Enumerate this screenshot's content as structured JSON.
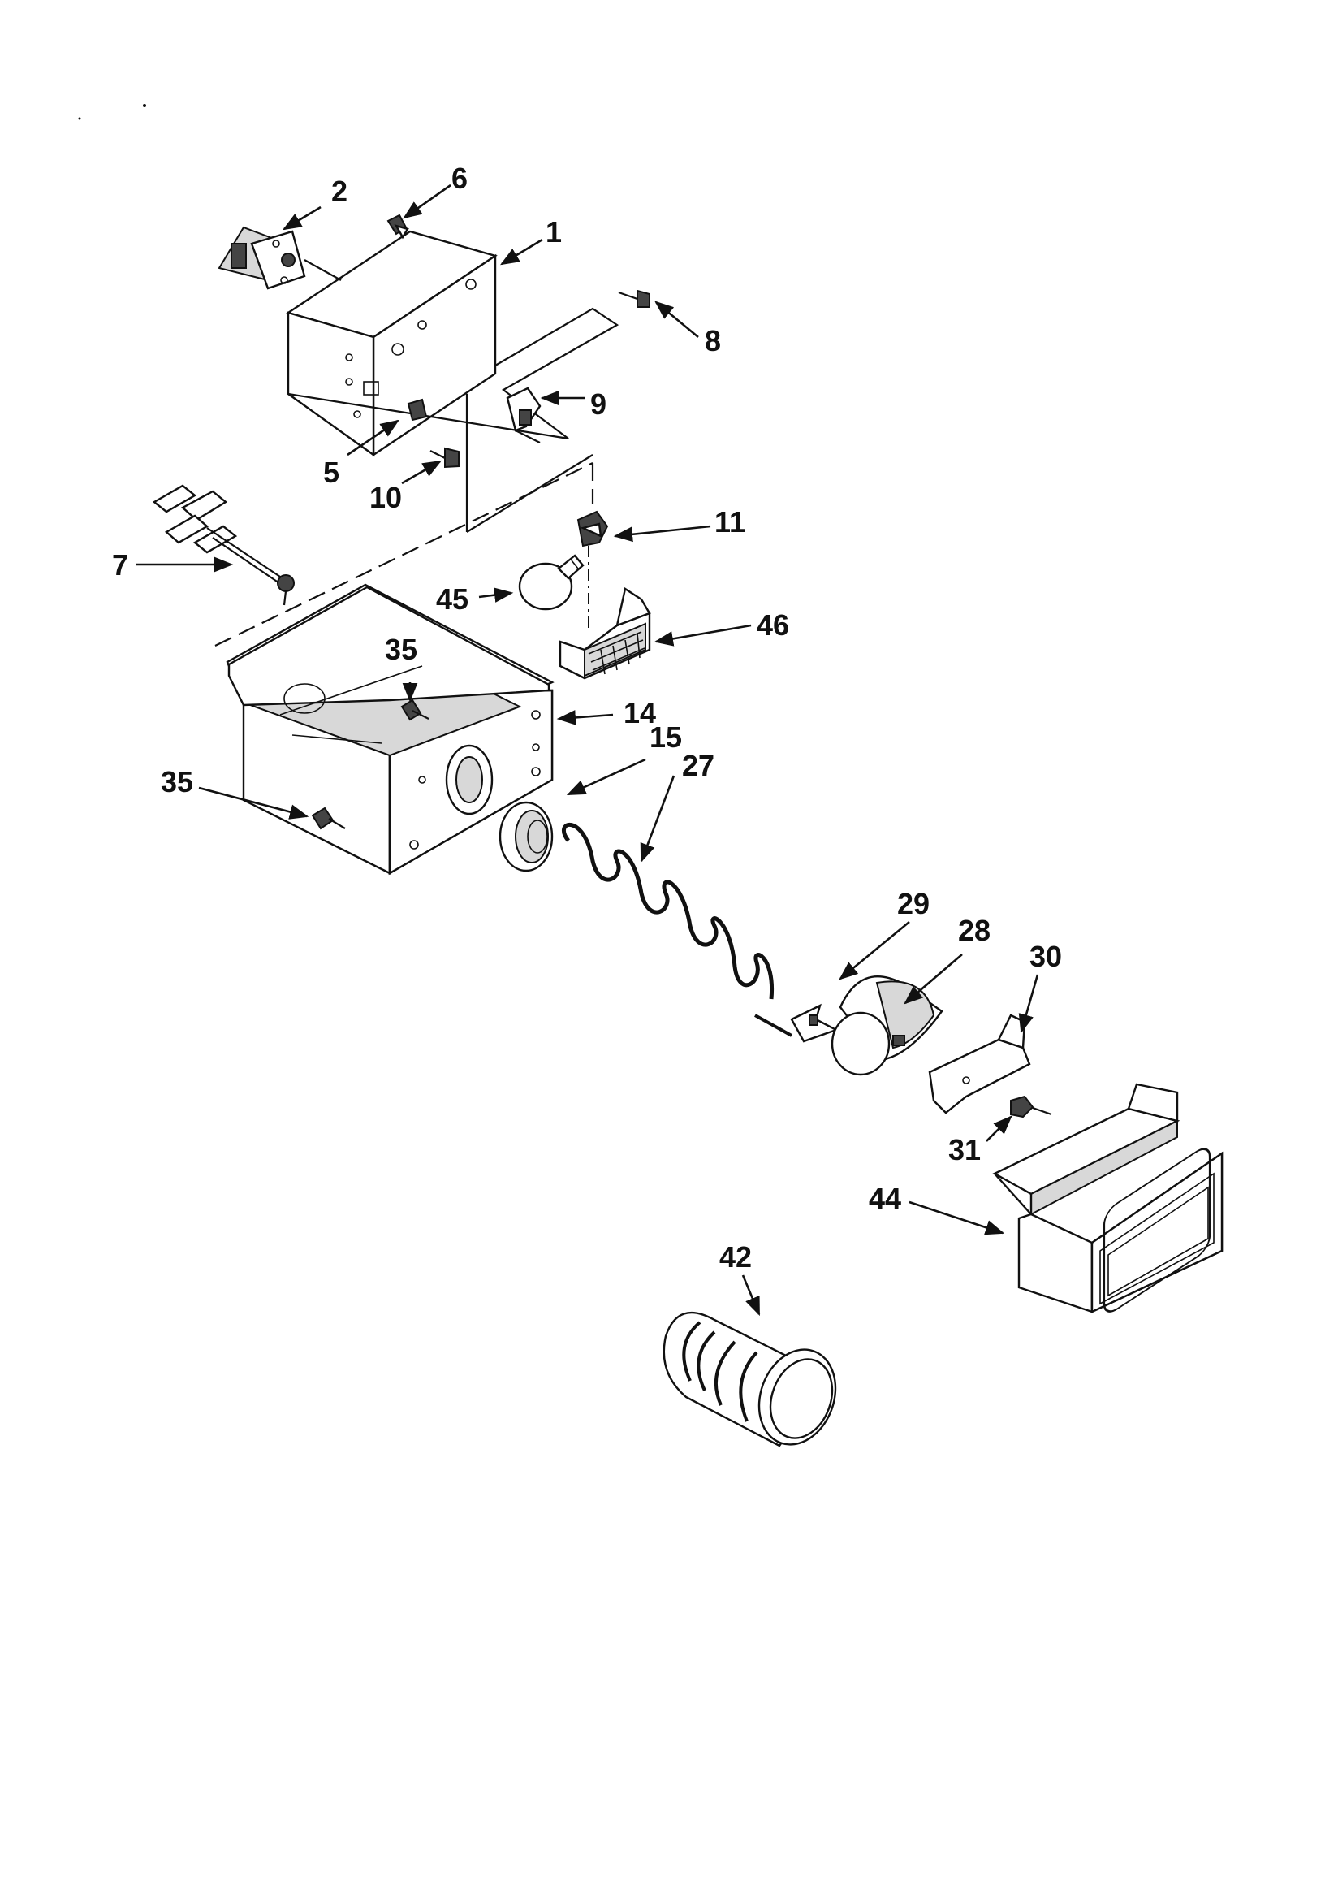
{
  "diagram": {
    "callouts": [
      {
        "id": "c1",
        "label": "1"
      },
      {
        "id": "c2",
        "label": "2"
      },
      {
        "id": "c5",
        "label": "5"
      },
      {
        "id": "c6",
        "label": "6"
      },
      {
        "id": "c7",
        "label": "7"
      },
      {
        "id": "c8",
        "label": "8"
      },
      {
        "id": "c9",
        "label": "9"
      },
      {
        "id": "c10",
        "label": "10"
      },
      {
        "id": "c11",
        "label": "11"
      },
      {
        "id": "c14",
        "label": "14"
      },
      {
        "id": "c15",
        "label": "15"
      },
      {
        "id": "c27",
        "label": "27"
      },
      {
        "id": "c28",
        "label": "28"
      },
      {
        "id": "c29",
        "label": "29"
      },
      {
        "id": "c30",
        "label": "30"
      },
      {
        "id": "c31",
        "label": "31"
      },
      {
        "id": "c35a",
        "label": "35"
      },
      {
        "id": "c35b",
        "label": "35"
      },
      {
        "id": "c42",
        "label": "42"
      },
      {
        "id": "c44",
        "label": "44"
      },
      {
        "id": "c45",
        "label": "45"
      },
      {
        "id": "c46",
        "label": "46"
      }
    ],
    "colors": {
      "ink": "#111111",
      "paper": "#ffffff",
      "shade": "#d8d8d8"
    }
  }
}
